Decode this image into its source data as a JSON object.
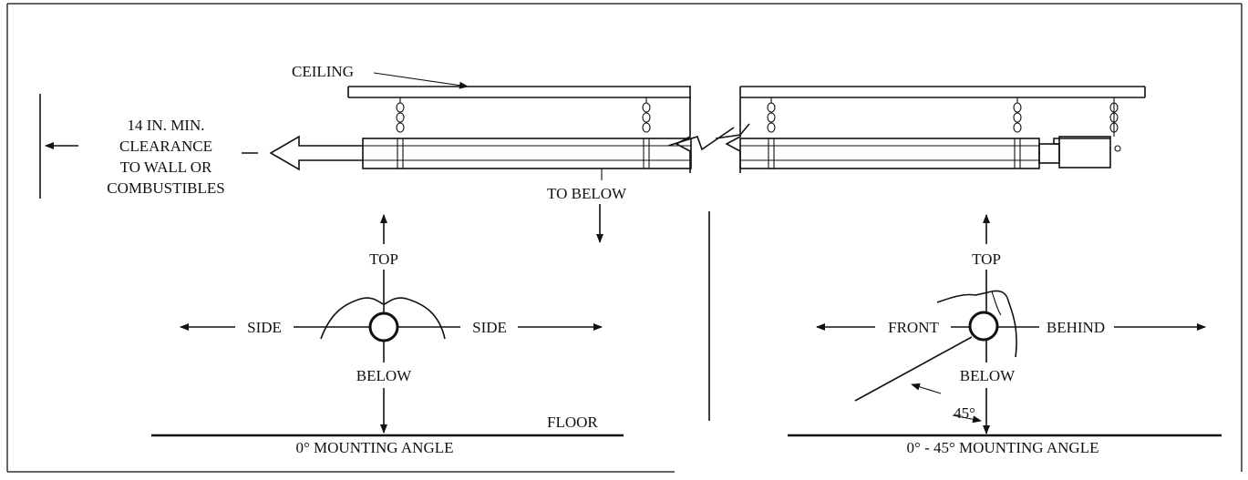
{
  "colors": {
    "ink": "#111111",
    "background": "#ffffff",
    "frame": "#333333"
  },
  "labels": {
    "ceiling": "CEILING",
    "clearance": [
      "14 IN. MIN.",
      "CLEARANCE",
      "TO WALL OR",
      "COMBUSTIBLES"
    ],
    "to_below": "TO BELOW",
    "floor": "FLOOR"
  },
  "left_view": {
    "top": "TOP",
    "side_left": "SIDE",
    "side_right": "SIDE",
    "below": "BELOW",
    "caption": "0° MOUNTING ANGLE"
  },
  "right_view": {
    "top": "TOP",
    "front": "FRONT",
    "behind": "BEHIND",
    "below": "BELOW",
    "angle": "45°",
    "caption": "0° - 45° MOUNTING ANGLE"
  }
}
